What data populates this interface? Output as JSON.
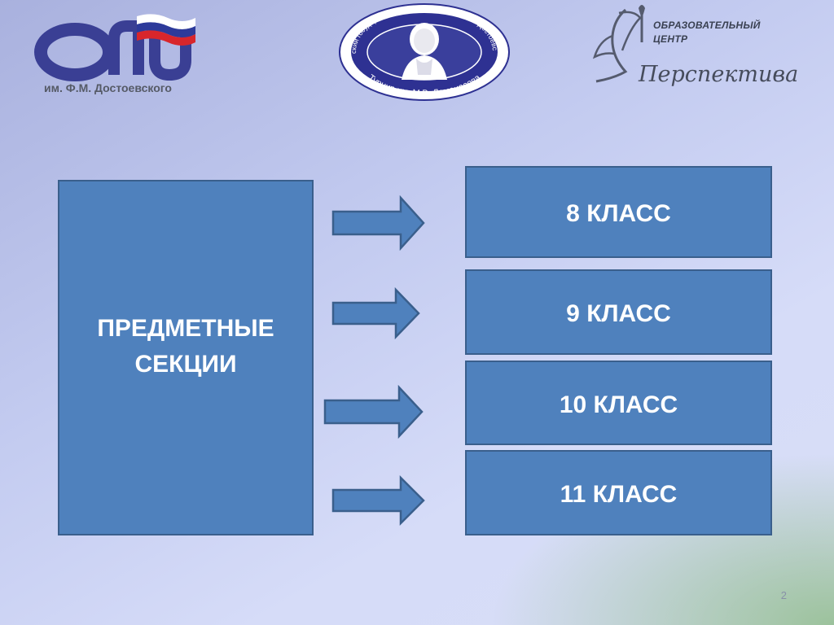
{
  "logos": {
    "omgu": {
      "caption": "им. Ф.М. Достоевского",
      "colors": {
        "primary": "#3a3f94",
        "flag_red": "#d8262c",
        "flag_blue": "#2d3a9a"
      }
    },
    "tournament": {
      "ring_text_top": "Омский государственный университет им. Ф.М. Достоевского",
      "ring_text_bottom": "Турнир им. М.В. Ломоносова"
    },
    "perspectiva": {
      "line1": "ОБРАЗОВАТЕЛЬНЫЙ",
      "line2": "ЦЕНТР",
      "script": "Перспектива"
    }
  },
  "diagram": {
    "source": {
      "line1": "ПРЕДМЕТНЫЕ",
      "line2": "СЕКЦИИ"
    },
    "targets": [
      "8 КЛАСС",
      "9 КЛАСС",
      "10 КЛАСС",
      "11 КЛАСС"
    ],
    "colors": {
      "box_fill": "#4f81bd",
      "box_border": "#3a5f8c",
      "text": "#ffffff"
    }
  },
  "page_number": "2"
}
